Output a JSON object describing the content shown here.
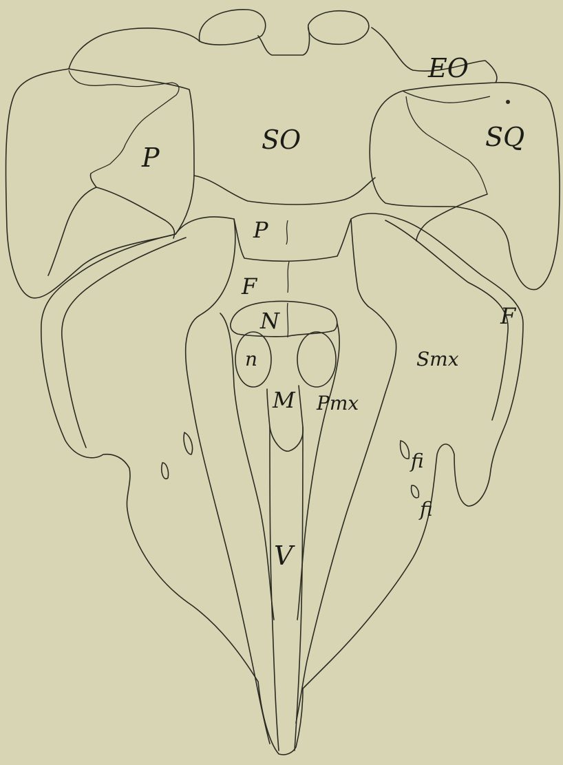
{
  "labels": {
    "eo": "EO",
    "so": "SO",
    "sq": "SQ",
    "p_left": "P",
    "p_center": "P",
    "f_center": "F",
    "f_right": "F",
    "n_upper": "N",
    "n_lower": "n",
    "m": "M",
    "pmx": "Pmx",
    "smx": "Smx",
    "fi_upper": "fi",
    "fi_lower": "fi",
    "v": "V"
  }
}
